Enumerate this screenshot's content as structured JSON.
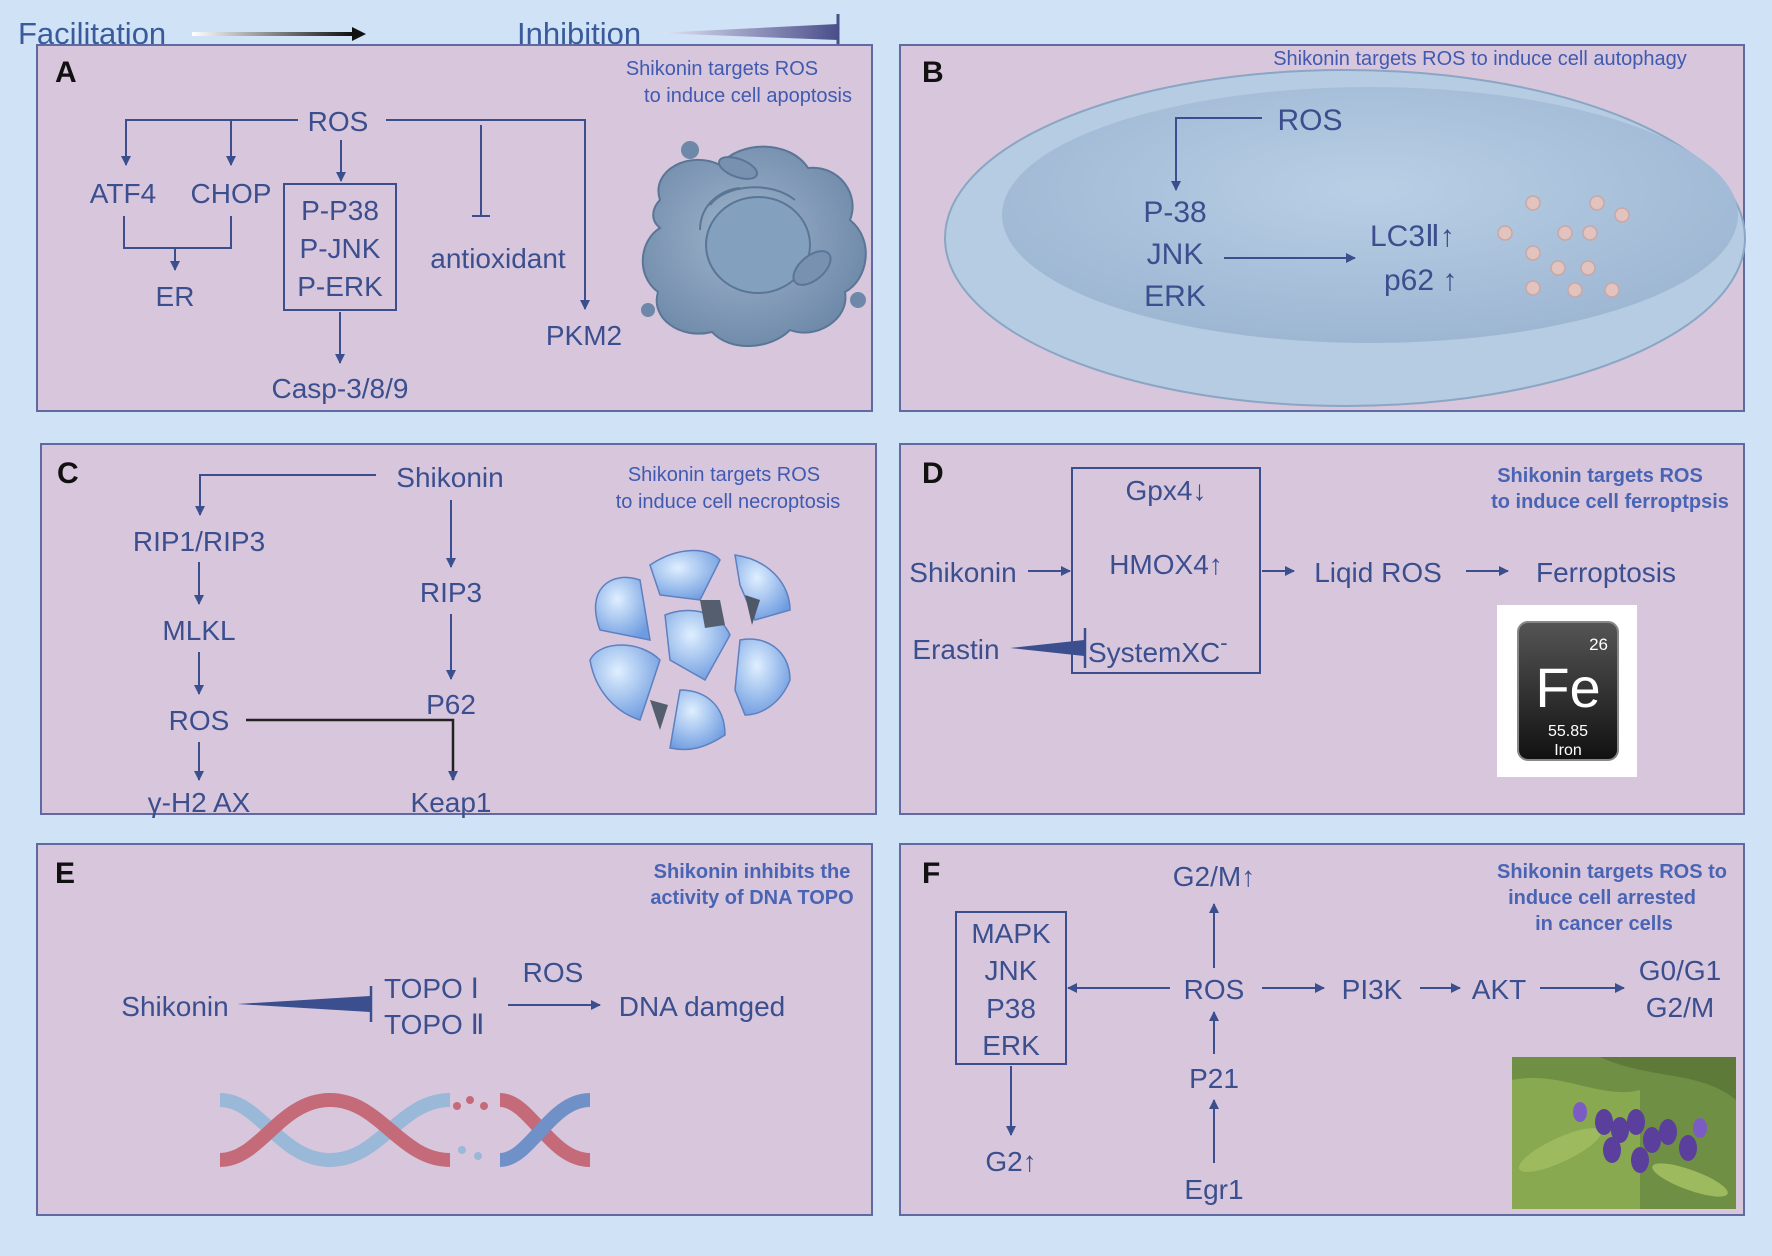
{
  "legend": {
    "facilitation": "Facilitation",
    "inhibition": "Inhibition"
  },
  "panels": {
    "A": {
      "letter": "A",
      "caption_line1": "Shikonin targets ROS",
      "caption_line2": "to induce cell apoptosis",
      "ros": "ROS",
      "atf4": "ATF4",
      "chop": "CHOP",
      "er": "ER",
      "pp38": "P-P38",
      "pjnk": "P-JNK",
      "perk": "P-ERK",
      "antioxidant": "antioxidant",
      "pkm2": "PKM2",
      "casp": "Casp-3/8/9",
      "icon": "apoptotic-cell-illustration"
    },
    "B": {
      "letter": "B",
      "caption": "Shikonin targets ROS to induce cell autophagy",
      "ros": "ROS",
      "p38": "P-38",
      "jnk": "JNK",
      "erk": "ERK",
      "lc3": "LC3Ⅱ↑",
      "p62": "p62 ↑",
      "icon": "petri-dish-illustration"
    },
    "C": {
      "letter": "C",
      "caption_line1": "Shikonin targets ROS",
      "caption_line2": "to induce cell necroptosis",
      "shikonin": "Shikonin",
      "rip1rip3": "RIP1/RIP3",
      "mlkl": "MLKL",
      "ros": "ROS",
      "h2ax": "γ-H2 AX",
      "rip3": "RIP3",
      "p62": "P62",
      "keap1": "Keap1",
      "icon": "shattered-sphere-illustration"
    },
    "D": {
      "letter": "D",
      "caption_line1": "Shikonin targets ROS",
      "caption_line2": "to induce cell ferroptpsis",
      "gpx4": "Gpx4↓",
      "hmox4": "HMOX4↑",
      "systemxc": "SystemXC",
      "systemxc_sup": "-",
      "shikonin": "Shikonin",
      "erastin": "Erastin",
      "lipid": "Liqid ROS",
      "ferroptosis": "Ferroptosis",
      "element_number": "26",
      "element_symbol": "Fe",
      "element_mass": "55.85",
      "element_name": "Iron"
    },
    "E": {
      "letter": "E",
      "caption_line1": "Shikonin inhibits the",
      "caption_line2": "activity of DNA TOPO",
      "shikonin": "Shikonin",
      "topo1": "TOPO Ⅰ",
      "topo2": "TOPO Ⅱ",
      "ros": "ROS",
      "dna": "DNA damged",
      "icon": "dna-helix-illustration"
    },
    "F": {
      "letter": "F",
      "caption_line1": "Shikonin targets ROS to",
      "caption_line2": "induce cell arrested",
      "caption_line3": "in cancer cells",
      "g2m_up": "G2/M↑",
      "mapk": "MAPK",
      "jnk": "JNK",
      "p38": "P38",
      "erk": "ERK",
      "ros": "ROS",
      "pi3k": "PI3K",
      "akt": "AKT",
      "g0g1": "G0/G1",
      "g2m": "G2/M",
      "g2_up": "G2↑",
      "p21": "P21",
      "egr1": "Egr1",
      "icon": "comfrey-plant-photo"
    }
  },
  "colors": {
    "page_bg": "#cfe2f6",
    "panel_bg": "#d8c7dc",
    "text": "#3b4f8f",
    "caption": "#3f5ab0"
  }
}
